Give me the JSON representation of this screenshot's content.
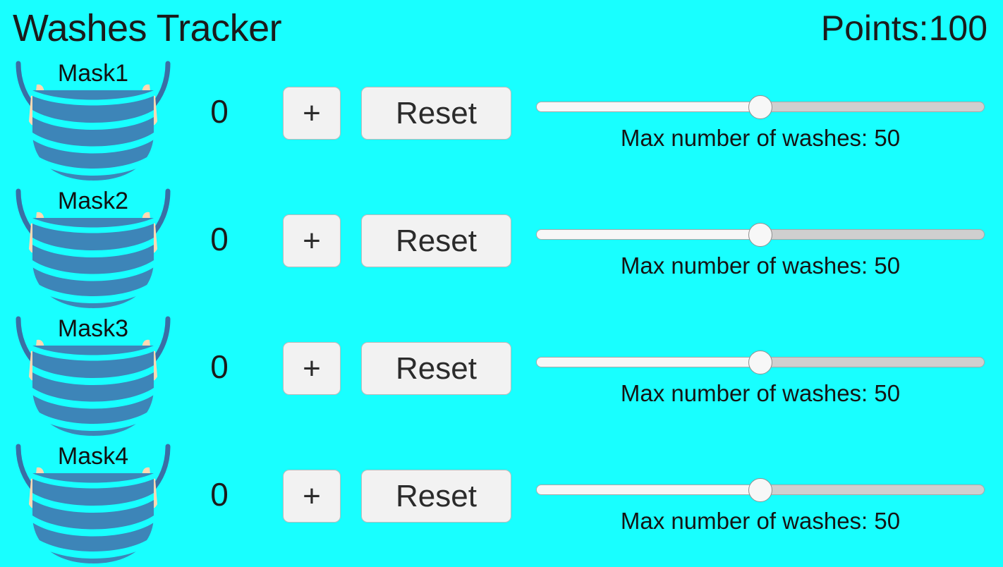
{
  "theme": {
    "background": "#18ffff",
    "text": "#1b1b1b",
    "button_fill": "#f2f2f2",
    "button_border": "#b9b9b9",
    "mask_body": "#3d85b8",
    "mask_outline": "#3a6ea5",
    "mask_ear": "#ffd9b3",
    "slider_track": "#cfcfcf",
    "slider_fill": "#f7f7f7"
  },
  "header": {
    "title": "Washes Tracker",
    "points_label": "Points:100"
  },
  "rows": [
    {
      "mask_name": "Mask1",
      "count": "0",
      "increment_label": "+",
      "reset_label": "Reset",
      "slider_value": 50,
      "slider_min": 0,
      "slider_max": 100,
      "slider_caption": "Max number of washes: 50"
    },
    {
      "mask_name": "Mask2",
      "count": "0",
      "increment_label": "+",
      "reset_label": "Reset",
      "slider_value": 50,
      "slider_min": 0,
      "slider_max": 100,
      "slider_caption": "Max number of washes: 50"
    },
    {
      "mask_name": "Mask3",
      "count": "0",
      "increment_label": "+",
      "reset_label": "Reset",
      "slider_value": 50,
      "slider_min": 0,
      "slider_max": 100,
      "slider_caption": "Max number of washes: 50"
    },
    {
      "mask_name": "Mask4",
      "count": "0",
      "increment_label": "+",
      "reset_label": "Reset",
      "slider_value": 50,
      "slider_min": 0,
      "slider_max": 100,
      "slider_caption": "Max number of washes: 50"
    }
  ],
  "icons": {
    "mask": "face-mask-icon"
  }
}
